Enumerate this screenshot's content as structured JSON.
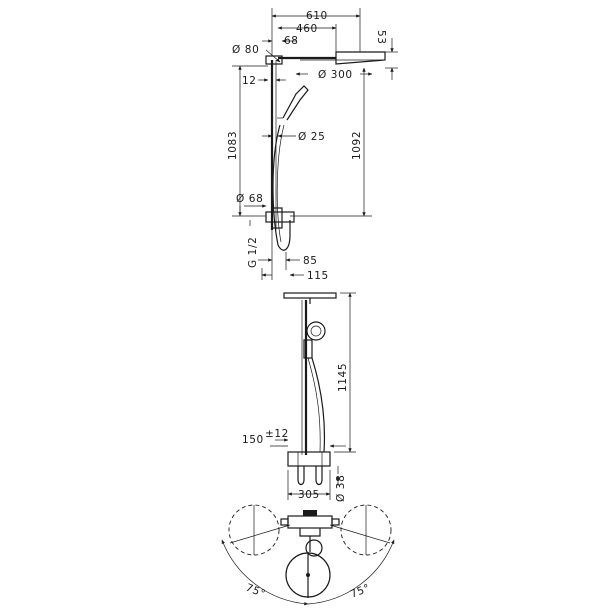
{
  "side_view": {
    "dims": {
      "width_total": "610",
      "arm_length": "460",
      "arm_offset": "68",
      "head_height": "53",
      "bracket_diameter": "Ø 80",
      "head_diameter": "Ø 300",
      "wall_gap": "12",
      "height_left": "1083",
      "height_right": "1092",
      "pipe_diameter": "Ø 25",
      "valve_diameter": "Ø 68",
      "thread": "G 1/2",
      "depth_85": "85",
      "depth_115": "115"
    }
  },
  "front_view": {
    "dims": {
      "height": "1145",
      "inlet_centers": "150",
      "tolerance": "±12",
      "valve_width": "305",
      "valve_diameter": "Ø 38"
    }
  },
  "plan_view": {
    "dims": {
      "angle_left": "75°",
      "angle_right": "75°"
    }
  }
}
